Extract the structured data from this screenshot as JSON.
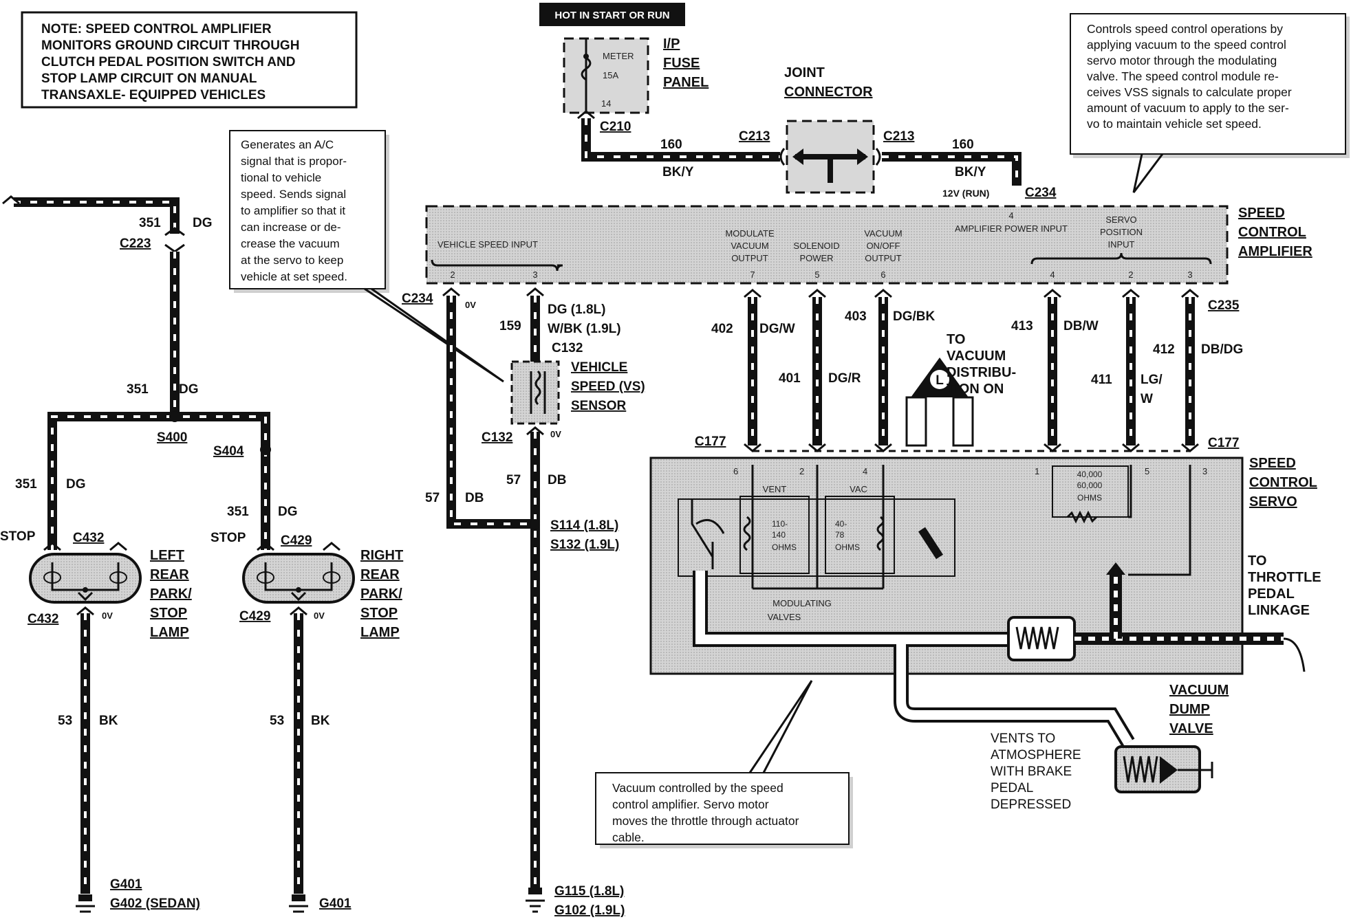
{
  "notes": {
    "top_left": [
      "NOTE: SPEED CONTROL AMPLIFIER",
      "MONITORS GROUND CIRCUIT THROUGH",
      "CLUTCH PEDAL POSITION SWITCH AND",
      "STOP LAMP CIRCUIT ON MANUAL",
      "TRANSAXLE- EQUIPPED VEHICLES"
    ],
    "ac_signal": [
      "Generates  an  A/C",
      "signal that is propor-",
      "tional   to   vehicle",
      "speed. Sends signal",
      "to amplifier so that it",
      "can increase or de-",
      "crease the vacuum",
      "at the servo to keep",
      "vehicle at set speed."
    ],
    "module": [
      "Controls speed control operations by",
      "applying vacuum to the speed control",
      "servo motor through the modulating",
      "valve.  The speed control module re-",
      "ceives VSS signals to calculate proper",
      "amount of vacuum to apply to the ser-",
      "vo to maintain vehicle set speed."
    ],
    "vacuum": [
      "Vacuum  controlled  by  the  speed",
      "control   amplifier.   Servo   motor",
      "moves the throttle through actuator",
      "cable."
    ]
  },
  "labels": {
    "hot": "HOT IN START OR RUN",
    "fuse_panel": [
      "I/P",
      "FUSE",
      "PANEL"
    ],
    "meter": "METER",
    "fuse_rating": "15A",
    "fuse_num": "14",
    "c210": "C210",
    "joint": [
      "JOINT",
      "CONNECTOR"
    ],
    "c213": "C213",
    "c213b": "C213",
    "w160a": "160",
    "w160b": "160",
    "bky_a": "BK/Y",
    "bky_b": "BK/Y",
    "run12v": "12V (RUN)",
    "c234_top": "C234",
    "pin4_top": "4",
    "amp": [
      "SPEED",
      "CONTROL",
      "AMPLIFIER"
    ],
    "vehicle_speed_input": "VEHICLE SPEED INPUT",
    "modulate": [
      "MODULATE",
      "VACUUM",
      "OUTPUT"
    ],
    "solenoid": [
      "SOLENOID",
      "POWER"
    ],
    "vacuum_onoff": [
      "VACUUM",
      "ON/OFF",
      "OUTPUT"
    ],
    "amp_power": "AMPLIFIER POWER INPUT",
    "servo_pos": [
      "SERVO",
      "POSITION",
      "INPUT"
    ],
    "amp_pins": [
      "2",
      "3",
      "7",
      "5",
      "6",
      "4",
      "2",
      "3"
    ],
    "c234_left": "C234",
    "ov": "0V",
    "w159": "159",
    "dg18": "DG (1.8L)",
    "wbk19": "W/BK (1.9L)",
    "c132": "C132",
    "c132b": "C132",
    "vss": [
      "VEHICLE",
      "SPEED (VS)",
      "SENSOR"
    ],
    "w57a": "57",
    "db_a": "DB",
    "w57b": "57",
    "db_b": "DB",
    "s114": "S114 (1.8L)",
    "s132": "S132 (1.9L)",
    "g115": "G115 (1.8L)",
    "g102": "G102 (1.9L)",
    "w351a": "351",
    "dg_a": "DG",
    "c223": "C223",
    "w351b": "351",
    "dg_b": "DG",
    "s400": "S400",
    "s404": "S404",
    "w351c": "351",
    "dg_c": "DG",
    "w351d": "351",
    "dg_d": "DG",
    "stop_l": "STOP",
    "stop_r": "STOP",
    "c432": "C432",
    "c432b": "C432",
    "c429": "C429",
    "c429b": "C429",
    "left_lamp": [
      "LEFT",
      "REAR",
      "PARK/",
      "STOP",
      "LAMP"
    ],
    "right_lamp": [
      "RIGHT",
      "REAR",
      "PARK/",
      "STOP",
      "LAMP"
    ],
    "w53a": "53",
    "bk_a": "BK",
    "w53b": "53",
    "bk_b": "BK",
    "g401": "G401",
    "g402": "G402 (SEDAN)",
    "g401b": "G401",
    "w402": "402",
    "dgw": "DG/W",
    "w401": "401",
    "dgr": "DG/R",
    "w403": "403",
    "dgbk": "DG/BK",
    "to_vac": [
      "TO",
      "VACUUM",
      "DISTRIBU-",
      "TION ON"
    ],
    "w413": "413",
    "dbw": "DB/W",
    "w412": "412",
    "dbdg": "DB/DG",
    "w411": "411",
    "lgw": [
      "LG/",
      "W"
    ],
    "c235": "C235",
    "c177a": "C177",
    "c177b": "C177",
    "servo": [
      "SPEED",
      "CONTROL",
      "SERVO"
    ],
    "servo_pins": [
      "6",
      "2",
      "4",
      "1",
      "5",
      "3"
    ],
    "vent": "VENT",
    "vac": "VAC",
    "ohms1": [
      "110-",
      "140",
      "OHMS"
    ],
    "ohms2": [
      "40-",
      "78",
      "OHMS"
    ],
    "ohms3": [
      "40,000",
      "60,000",
      "OHMS"
    ],
    "mod_valves": [
      "MODULATING",
      "VALVES"
    ],
    "throttle": [
      "TO",
      "THROTTLE",
      "PEDAL",
      "LINKAGE"
    ],
    "dump": [
      "VACUUM",
      "DUMP",
      "VALVE"
    ],
    "vents_atm": [
      "VENTS TO",
      "ATMOSPHERE",
      "WITH BRAKE",
      "PEDAL",
      "DEPRESSED"
    ],
    "l_symbol": "L"
  }
}
